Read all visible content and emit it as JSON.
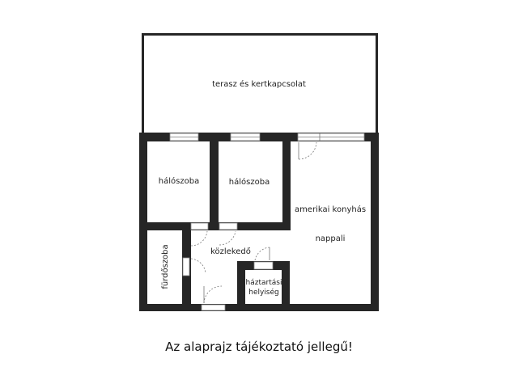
{
  "floorplan": {
    "rooms": {
      "terrace": "terasz és kertkapcsolat",
      "bedroom1": "hálószoba",
      "bedroom2": "hálószoba",
      "living_line1": "amerikai konyhás",
      "living_line2": "nappali",
      "hallway": "közlekedő",
      "bathroom": "fürdőszoba",
      "utility_line1": "háztartási",
      "utility_line2": "helyiség"
    },
    "wall_color": "#262626"
  },
  "note": "Az alaprajz tájékoztató jellegű!"
}
